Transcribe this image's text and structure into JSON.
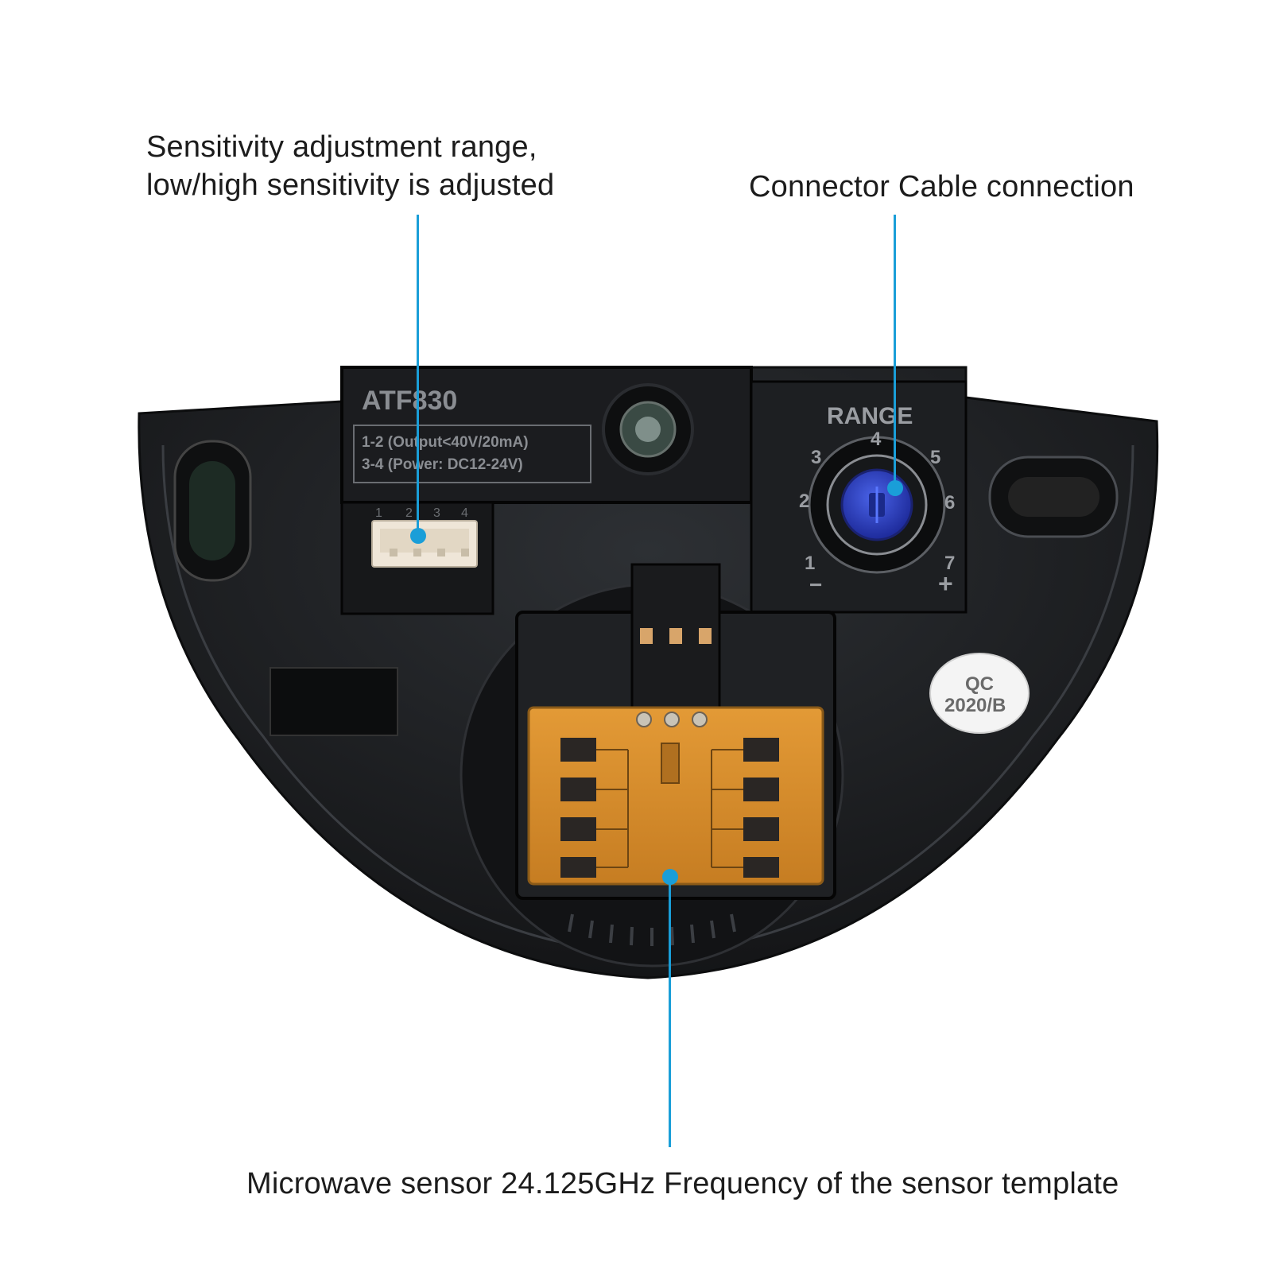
{
  "callouts": {
    "sensitivity": {
      "line1": "Sensitivity adjustment range,",
      "line2": "low/high sensitivity is adjusted"
    },
    "connector": "Connector Cable connection",
    "microwave": "Microwave sensor 24.125GHz Frequency of the sensor template"
  },
  "device": {
    "model": "ATF830",
    "spec_line1": "1-2 (Output<40V/20mA)",
    "spec_line2": "3-4 (Power: DC12-24V)",
    "pin_labels": [
      "1",
      "2",
      "3",
      "4"
    ],
    "range_label": "RANGE",
    "dial_numbers": [
      "1",
      "2",
      "3",
      "4",
      "5",
      "6",
      "7"
    ],
    "minus_sign": "−",
    "plus_sign": "+",
    "qc_line1": "QC",
    "qc_line2": "2020/B"
  },
  "colors": {
    "leader": "#1a9ed8",
    "housing": "#1e2023",
    "pcb": "#d9902f",
    "knob": "#2b3fc4"
  }
}
